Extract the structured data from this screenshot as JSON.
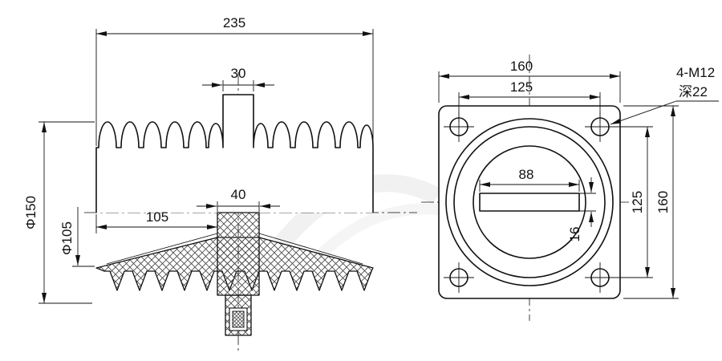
{
  "colors": {
    "line": "#111111",
    "background": "#ffffff"
  },
  "side_view": {
    "overall_length": "235",
    "terminal_width": "30",
    "stem_width": "40",
    "left_section_length": "105",
    "outer_diameter": "Φ150",
    "shed_diameter": "Φ105"
  },
  "front_view": {
    "flange_width": "160",
    "bolt_spacing_h": "125",
    "slot_length": "88",
    "slot_height": "16",
    "bolt_spacing_v": "125",
    "flange_height": "160",
    "bolt_note": "4-M12",
    "depth_note": "深22"
  }
}
